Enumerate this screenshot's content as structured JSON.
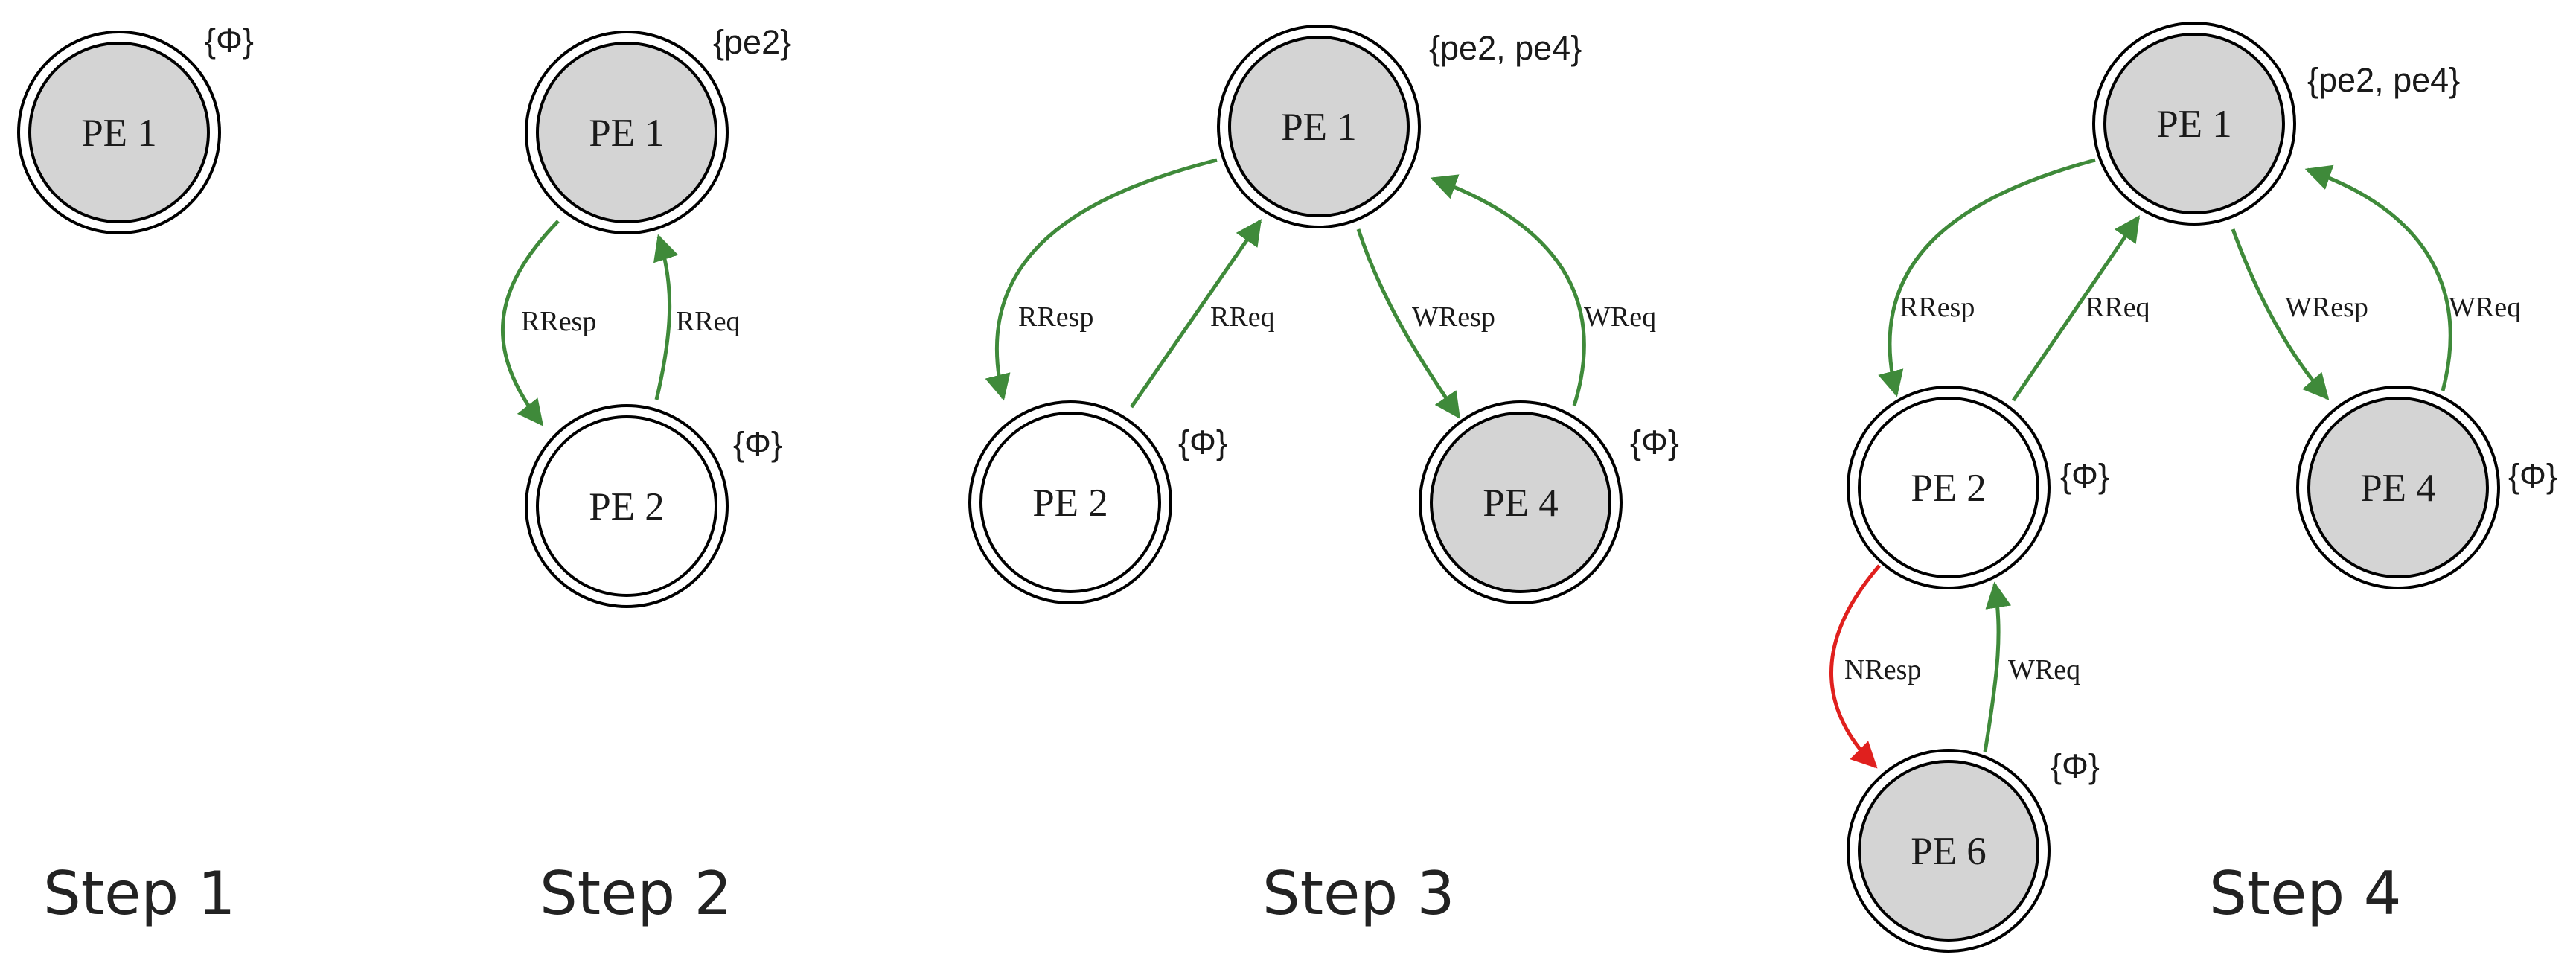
{
  "colors": {
    "filled_node": "#d4d4d4",
    "empty_node": "#ffffff",
    "outline": "#000000",
    "edge_green": "#3f8a3a",
    "edge_red": "#e0201e",
    "text": "#1a1a1a"
  },
  "steps": [
    {
      "label": "Step 1",
      "nodes": [
        {
          "id": "s1-pe1",
          "label": "PE 1",
          "filled": true,
          "set": "{Φ}"
        }
      ],
      "edges": []
    },
    {
      "label": "Step 2",
      "nodes": [
        {
          "id": "s2-pe1",
          "label": "PE 1",
          "filled": true,
          "set": "{pe2}"
        },
        {
          "id": "s2-pe2",
          "label": "PE 2",
          "filled": false,
          "set": "{Φ}"
        }
      ],
      "edges": [
        {
          "id": "s2-rresp",
          "label": "RResp",
          "from": "PE 1",
          "to": "PE 2",
          "color": "green"
        },
        {
          "id": "s2-rreq",
          "label": "RReq",
          "from": "PE 2",
          "to": "PE 1",
          "color": "green"
        }
      ]
    },
    {
      "label": "Step 3",
      "nodes": [
        {
          "id": "s3-pe1",
          "label": "PE 1",
          "filled": true,
          "set": "{pe2, pe4}"
        },
        {
          "id": "s3-pe2",
          "label": "PE 2",
          "filled": false,
          "set": "{Φ}"
        },
        {
          "id": "s3-pe4",
          "label": "PE 4",
          "filled": true,
          "set": "{Φ}"
        }
      ],
      "edges": [
        {
          "id": "s3-rresp",
          "label": "RResp",
          "from": "PE 1",
          "to": "PE 2",
          "color": "green"
        },
        {
          "id": "s3-rreq",
          "label": "RReq",
          "from": "PE 2",
          "to": "PE 1",
          "color": "green"
        },
        {
          "id": "s3-wresp",
          "label": "WResp",
          "from": "PE 1",
          "to": "PE 4",
          "color": "green"
        },
        {
          "id": "s3-wreq",
          "label": "WReq",
          "from": "PE 4",
          "to": "PE 1",
          "color": "green"
        }
      ]
    },
    {
      "label": "Step 4",
      "nodes": [
        {
          "id": "s4-pe1",
          "label": "PE 1",
          "filled": true,
          "set": "{pe2, pe4}"
        },
        {
          "id": "s4-pe2",
          "label": "PE 2",
          "filled": false,
          "set": "{Φ}"
        },
        {
          "id": "s4-pe4",
          "label": "PE 4",
          "filled": true,
          "set": "{Φ}"
        },
        {
          "id": "s4-pe6",
          "label": "PE 6",
          "filled": true,
          "set": "{Φ}"
        }
      ],
      "edges": [
        {
          "id": "s4-rresp",
          "label": "RResp",
          "from": "PE 1",
          "to": "PE 2",
          "color": "green"
        },
        {
          "id": "s4-rreq",
          "label": "RReq",
          "from": "PE 2",
          "to": "PE 1",
          "color": "green"
        },
        {
          "id": "s4-wresp",
          "label": "WResp",
          "from": "PE 1",
          "to": "PE 4",
          "color": "green"
        },
        {
          "id": "s4-wreq",
          "label": "WReq",
          "from": "PE 4",
          "to": "PE 1",
          "color": "green"
        },
        {
          "id": "s4-nresp",
          "label": "NResp",
          "from": "PE 2",
          "to": "PE 6",
          "color": "red"
        },
        {
          "id": "s4-wreq2",
          "label": "WReq",
          "from": "PE 6",
          "to": "PE 2",
          "color": "green"
        }
      ]
    }
  ]
}
